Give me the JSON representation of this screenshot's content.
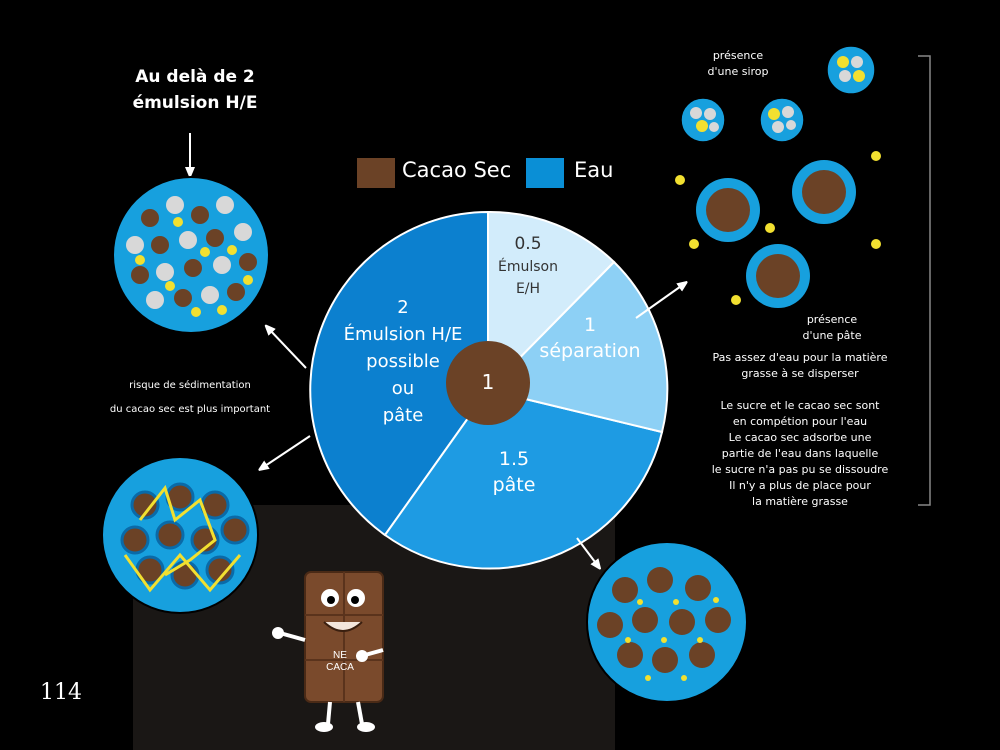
{
  "legend": {
    "cacao_label": "Cacao Sec",
    "eau_label": "Eau",
    "cacao_color": "#6b4226",
    "eau_color": "#0a8fd6"
  },
  "pie": {
    "center_label": "1",
    "segments": [
      {
        "ratio": "0.5",
        "line1": "Émulson",
        "line2": "E/H",
        "color": "#d2ecfb"
      },
      {
        "ratio": "1",
        "line1": "séparation",
        "line2": "",
        "color": "#8dd0f5"
      },
      {
        "ratio": "1.5",
        "line1": "pâte",
        "line2": "",
        "color": "#1e9be3"
      },
      {
        "ratio": "2",
        "line1": "Émulsion H/E",
        "line2": "possible",
        "line3": "ou",
        "line4": "pâte",
        "color": "#0c80cf"
      }
    ]
  },
  "left": {
    "title_line1": "Au delà de 2",
    "title_line2": "émulsion H/E",
    "note_line1": "risque de sédimentation",
    "note_line2": "du cacao sec est plus important"
  },
  "right": {
    "syrup_label_line1": "présence",
    "syrup_label_line2": "d'une sirop",
    "paste_label_line1": "présence",
    "paste_label_line2": "d'une pâte",
    "explain_line1": "Pas assez d'eau pour la matière",
    "explain_line2": "grasse à se disperser",
    "explain_line3": "Le sucre et le cacao sec sont",
    "explain_line4": "en compétion pour l'eau",
    "explain_line5": "Le cacao sec adsorbe une",
    "explain_line6": "partie de l'eau dans laquelle",
    "explain_line7": "le sucre n'a pas pu se dissoudre",
    "explain_line8": "Il n'y a plus de place pour",
    "explain_line9": "la matière grasse"
  },
  "mascot": {
    "bar_text_line1": "NE",
    "bar_text_line2": "CACA"
  },
  "page_number": "114"
}
